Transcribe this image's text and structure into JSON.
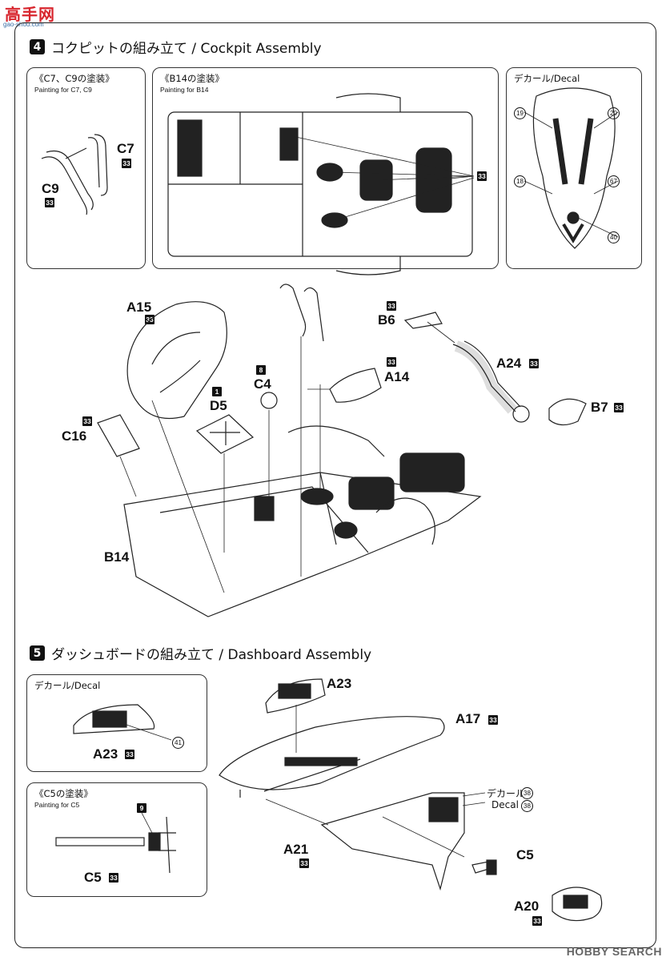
{
  "watermark": {
    "site_cn": "高手网",
    "site_url": "gao-shou.com",
    "hobby_search": "HOBBY SEARCH"
  },
  "step4": {
    "number": "4",
    "title": "コクピットの組み立て / Cockpit Assembly",
    "box_c7c9": {
      "title": "《C7、C9の塗装》",
      "subtitle": "Painting for C7, C9",
      "labels": [
        "C7",
        "C9"
      ],
      "paint": "33"
    },
    "box_b14": {
      "title": "《B14の塗装》",
      "subtitle": "Painting for B14",
      "paint": "33"
    },
    "box_decal": {
      "title": "デカール/Decal",
      "decals": [
        "19",
        "20",
        "18",
        "67",
        "40"
      ]
    },
    "parts": [
      {
        "id": "A15",
        "paint": "33"
      },
      {
        "id": "B6",
        "paint": "33"
      },
      {
        "id": "A14",
        "paint": "33"
      },
      {
        "id": "A24",
        "paint": "33"
      },
      {
        "id": "B7",
        "paint": "33"
      },
      {
        "id": "C4",
        "paint": "8"
      },
      {
        "id": "D5",
        "paint": "1"
      },
      {
        "id": "C16",
        "paint": "33"
      },
      {
        "id": "B14",
        "paint": ""
      }
    ]
  },
  "step5": {
    "number": "5",
    "title": "ダッシュボードの組み立て / Dashboard Assembly",
    "box_decal": {
      "title": "デカール/Decal",
      "part": "A23",
      "paint": "33",
      "decal": "41"
    },
    "box_c5": {
      "title": "《C5の塗装》",
      "subtitle": "Painting for C5",
      "part": "C5",
      "paint": "33",
      "paint_detail": "9"
    },
    "parts": [
      {
        "id": "A23",
        "paint": ""
      },
      {
        "id": "A17",
        "paint": "33"
      },
      {
        "id": "A21",
        "paint": "33"
      },
      {
        "id": "C5",
        "paint": ""
      },
      {
        "id": "A20",
        "paint": "33"
      }
    ],
    "decal_note": {
      "jp": "デカール",
      "en": "Decal",
      "number": "38"
    }
  },
  "colors": {
    "line": "#222222",
    "badge": "#111111",
    "watermark_red": "#d8262e",
    "watermark_blue": "#3a6ea5"
  }
}
